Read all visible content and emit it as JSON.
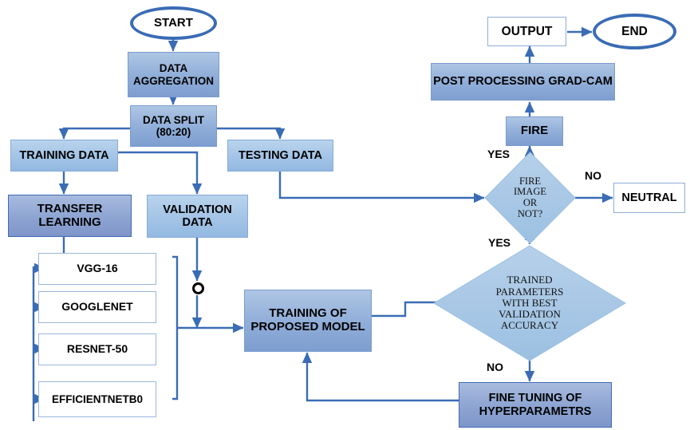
{
  "diagram": {
    "title": "Fire detection deep-learning pipeline flowchart",
    "colors": {
      "process_fill_top": "#aec6e4",
      "process_fill_bottom": "#7e9ed0",
      "data_fill_top": "#b9d3ec",
      "data_fill_bottom": "#93b9e1",
      "decision_fill": "#a6c8e6",
      "line": "#3a6cb5",
      "terminal_border": "#3a6cb5",
      "plain_fill": "#ffffff"
    },
    "nodes": {
      "start": {
        "label": "START",
        "shape": "ellipse"
      },
      "data_aggregation": {
        "label": "DATA\nAGGREGATION",
        "shape": "process"
      },
      "data_split": {
        "label": "DATA SPLIT\n(80:20)",
        "shape": "process"
      },
      "training_data": {
        "label": "TRAINING DATA",
        "shape": "data"
      },
      "testing_data": {
        "label": "TESTING DATA",
        "shape": "data"
      },
      "transfer_learning": {
        "label": "TRANSFER\nLEARNING",
        "shape": "process"
      },
      "validation_data": {
        "label": "VALIDATION\nDATA",
        "shape": "data"
      },
      "training_of_proposed_model": {
        "label": "TRAINING OF\nPROPOSED MODEL",
        "shape": "process"
      },
      "trained_parameters": {
        "label": "TRAINED\nPARAMETERS\nWITH BEST\nVALIDATION\nACCURACY",
        "shape": "decision"
      },
      "fine_tuning": {
        "label": "FINE TUNING OF\nHYPERPARAMETRS",
        "shape": "process"
      },
      "fire_image_or_not": {
        "label": "FIRE\nIMAGE\nOR\nNOT?",
        "shape": "decision"
      },
      "neutral": {
        "label": "NEUTRAL",
        "shape": "plain"
      },
      "fire": {
        "label": "FIRE",
        "shape": "process"
      },
      "post_processing": {
        "label": "POST PROCESSING GRAD-CAM",
        "shape": "process"
      },
      "output": {
        "label": "OUTPUT",
        "shape": "plain"
      },
      "end": {
        "label": "END",
        "shape": "ellipse"
      }
    },
    "models": [
      {
        "label": "VGG-16"
      },
      {
        "label": "GOOGLENET"
      },
      {
        "label": "RESNET-50"
      },
      {
        "label": "EFFICIENTNETB0"
      }
    ],
    "edge_labels": {
      "fire_yes": "YES",
      "fire_no": "NO",
      "params_yes": "YES",
      "params_no": "NO"
    }
  }
}
